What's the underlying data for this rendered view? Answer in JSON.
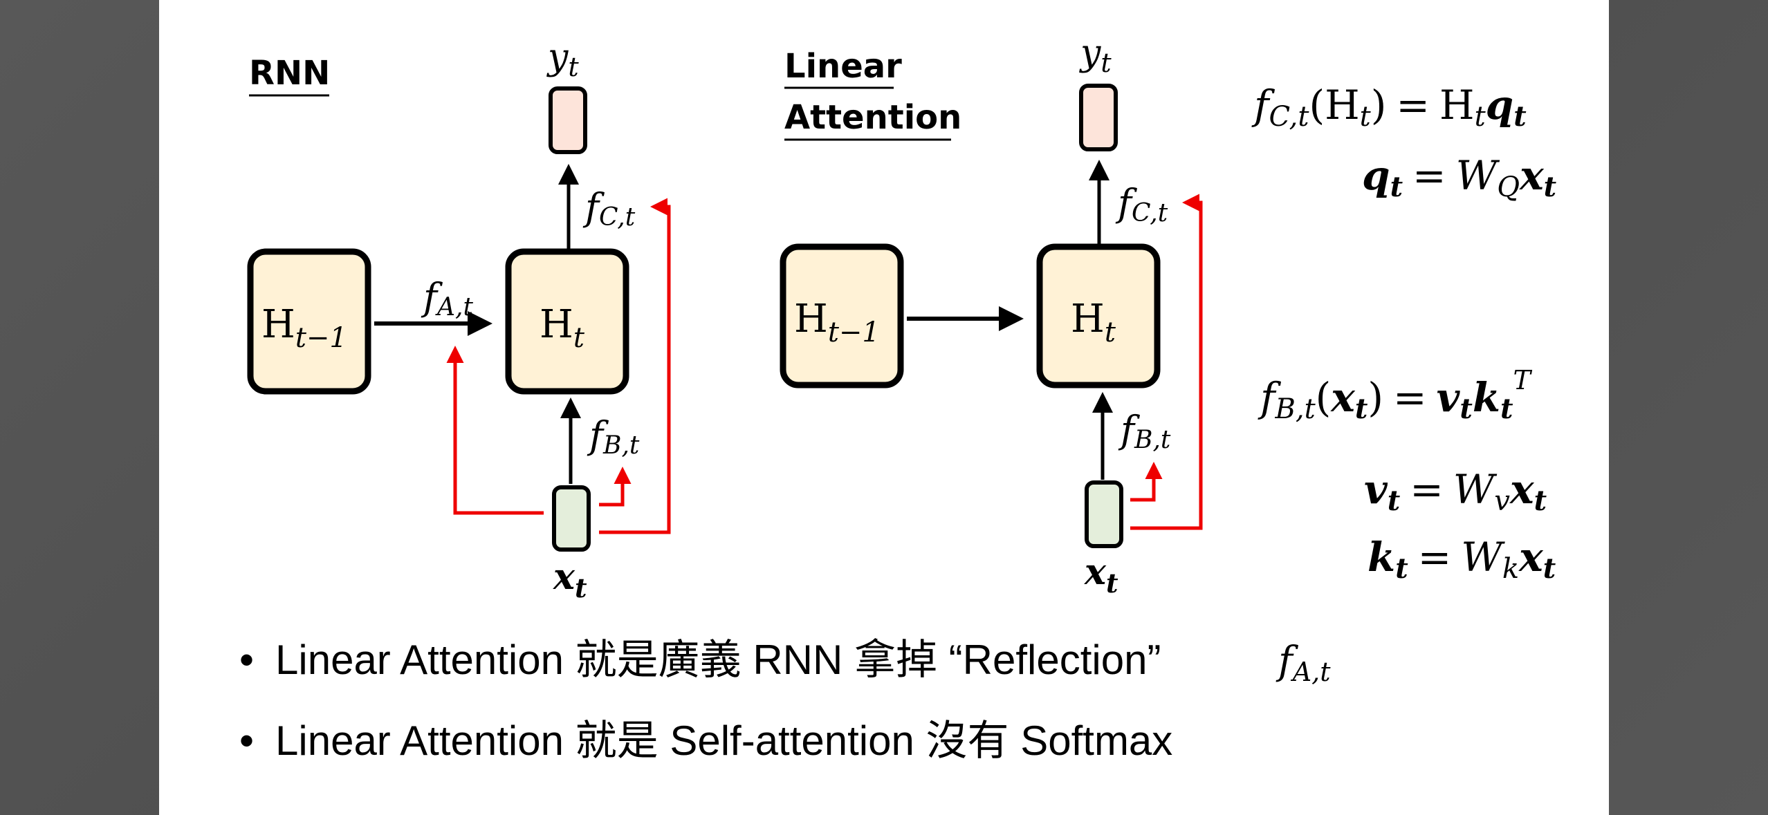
{
  "slide": {
    "background_color": "#ffffff",
    "frame_color": "#555555"
  },
  "colors": {
    "state_box_fill": "#fff2d6",
    "output_box_fill": "#fde4da",
    "input_box_fill": "#e4eedb",
    "box_stroke": "#000000",
    "reflection_arrow": "#ee0000",
    "flow_arrow": "#000000"
  },
  "rnn": {
    "title": "RNN",
    "prev_state": {
      "base": "H",
      "sub": "t−1"
    },
    "state": {
      "base": "H",
      "sub": "t"
    },
    "output": {
      "base": "y",
      "sub": "t"
    },
    "input": {
      "base": "x",
      "sub": "t"
    },
    "f_a": {
      "base": "f",
      "sub": "A,t"
    },
    "f_b": {
      "base": "f",
      "sub": "B,t"
    },
    "f_c": {
      "base": "f",
      "sub": "C,t"
    }
  },
  "linear_attention": {
    "title_line1": "Linear",
    "title_line2": "Attention",
    "prev_state": {
      "base": "H",
      "sub": "t−1"
    },
    "state": {
      "base": "H",
      "sub": "t"
    },
    "output": {
      "base": "y",
      "sub": "t"
    },
    "input": {
      "base": "x",
      "sub": "t"
    },
    "f_b": {
      "base": "f",
      "sub": "B,t"
    },
    "f_c": {
      "base": "f",
      "sub": "C,t"
    }
  },
  "equations": {
    "fc": {
      "lhs_f": "f",
      "lhs_sub": "C,t",
      "arg_open": "(H",
      "arg_sub": "t",
      "arg_close": ")",
      "eq": "=",
      "rhs_H": "H",
      "rhs_H_sub": "t",
      "rhs_q": "q",
      "rhs_q_sub": "t"
    },
    "q": {
      "lhs": "q",
      "lhs_sub": "t",
      "eq": "=",
      "W": "W",
      "W_sub": "Q",
      "x": "x",
      "x_sub": "t"
    },
    "fb": {
      "lhs_f": "f",
      "lhs_sub": "B,t",
      "open": "(",
      "x": "x",
      "x_sub": "t",
      "close": ")",
      "eq": "=",
      "v": "v",
      "v_sub": "t",
      "k": "k",
      "k_sub": "t",
      "sup": "T"
    },
    "v": {
      "lhs": "v",
      "lhs_sub": "t",
      "eq": "=",
      "W": "W",
      "W_sub": "v",
      "x": "x",
      "x_sub": "t"
    },
    "k": {
      "lhs": "k",
      "lhs_sub": "t",
      "eq": "=",
      "W": "W",
      "W_sub": "k",
      "x": "x",
      "x_sub": "t"
    }
  },
  "bullets": [
    {
      "marker": "•",
      "text": "Linear Attention 就是廣義 RNN 拿掉 “Reflection”",
      "math_f": "f",
      "math_sub": "A,t"
    },
    {
      "marker": "•",
      "text": "Linear Attention 就是 Self-attention 沒有 Softmax"
    }
  ]
}
